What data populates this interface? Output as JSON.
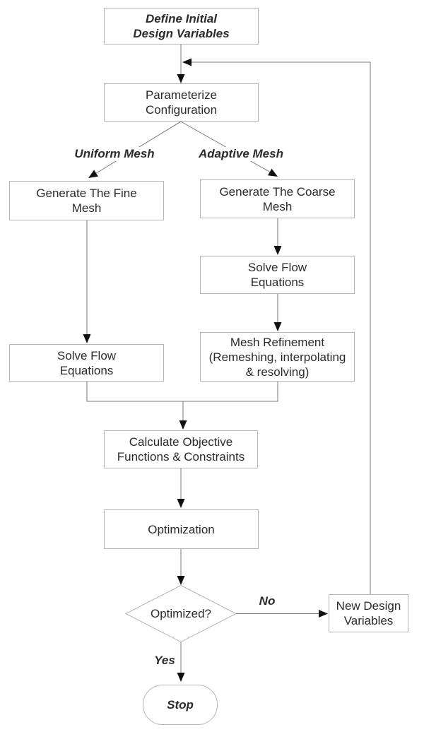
{
  "colors": {
    "background": "#ffffff",
    "box_border": "#b5b5b5",
    "connector_line": "#7a7a7a",
    "arrowhead": "#111111",
    "text": "#2b2b2b"
  },
  "nodes": {
    "define_initial": {
      "line1": "Define Initial",
      "line2": "Design Variables"
    },
    "parameterize": {
      "line1": "Parameterize",
      "line2": "Configuration"
    },
    "generate_fine_mesh": {
      "line1": "Generate The Fine",
      "line2": "Mesh"
    },
    "generate_coarse_mesh": {
      "line1": "Generate The Coarse",
      "line2": "Mesh"
    },
    "solve_flow_adaptive": {
      "line1": "Solve Flow",
      "line2": "Equations"
    },
    "mesh_refinement": {
      "line1": "Mesh Refinement",
      "line2": "(Remeshing, interpolating",
      "line3": "& resolving)"
    },
    "solve_flow_uniform": {
      "line1": "Solve Flow",
      "line2": "Equations"
    },
    "calculate_objective": {
      "line1": "Calculate Objective",
      "line2": "Functions & Constraints"
    },
    "optimization": {
      "label": "Optimization"
    },
    "optimized_decision": {
      "label": "Optimized?"
    },
    "new_design_variables": {
      "line1": "New Design",
      "line2": "Variables"
    },
    "stop": {
      "label": "Stop"
    }
  },
  "edge_labels": {
    "uniform_mesh": "Uniform Mesh",
    "adaptive_mesh": "Adaptive Mesh",
    "no": "No",
    "yes": "Yes"
  }
}
